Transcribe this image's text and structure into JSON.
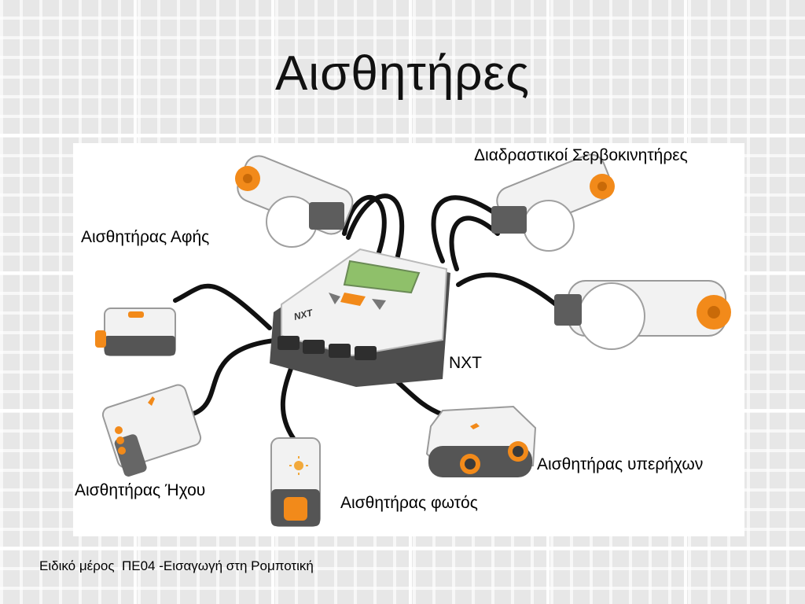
{
  "slide": {
    "title": "Αισθητήρες",
    "footer": "Ειδικό μέρος  ΠΕ04 -Εισαγωγή στη Ρομποτική"
  },
  "diagram": {
    "labels": {
      "servo_motors": "Διαδραστικοί Σερβοκινητήρες",
      "touch_sensor": "Αισθητήρας Αφής",
      "nxt": "NXT",
      "sound_sensor": "Αισθητήρας Ήχου",
      "ultrasonic_sensor": "Αισθητήρας υπερήχων",
      "light_sensor": "Αισθητήρας φωτός"
    },
    "brick_logo": "NXT"
  },
  "colors": {
    "accent_orange": "#f28a1a",
    "screen_green": "#8fc06a",
    "body_white": "#f2f2f2",
    "body_gray": "#6b6b6b",
    "cable_black": "#111111"
  }
}
